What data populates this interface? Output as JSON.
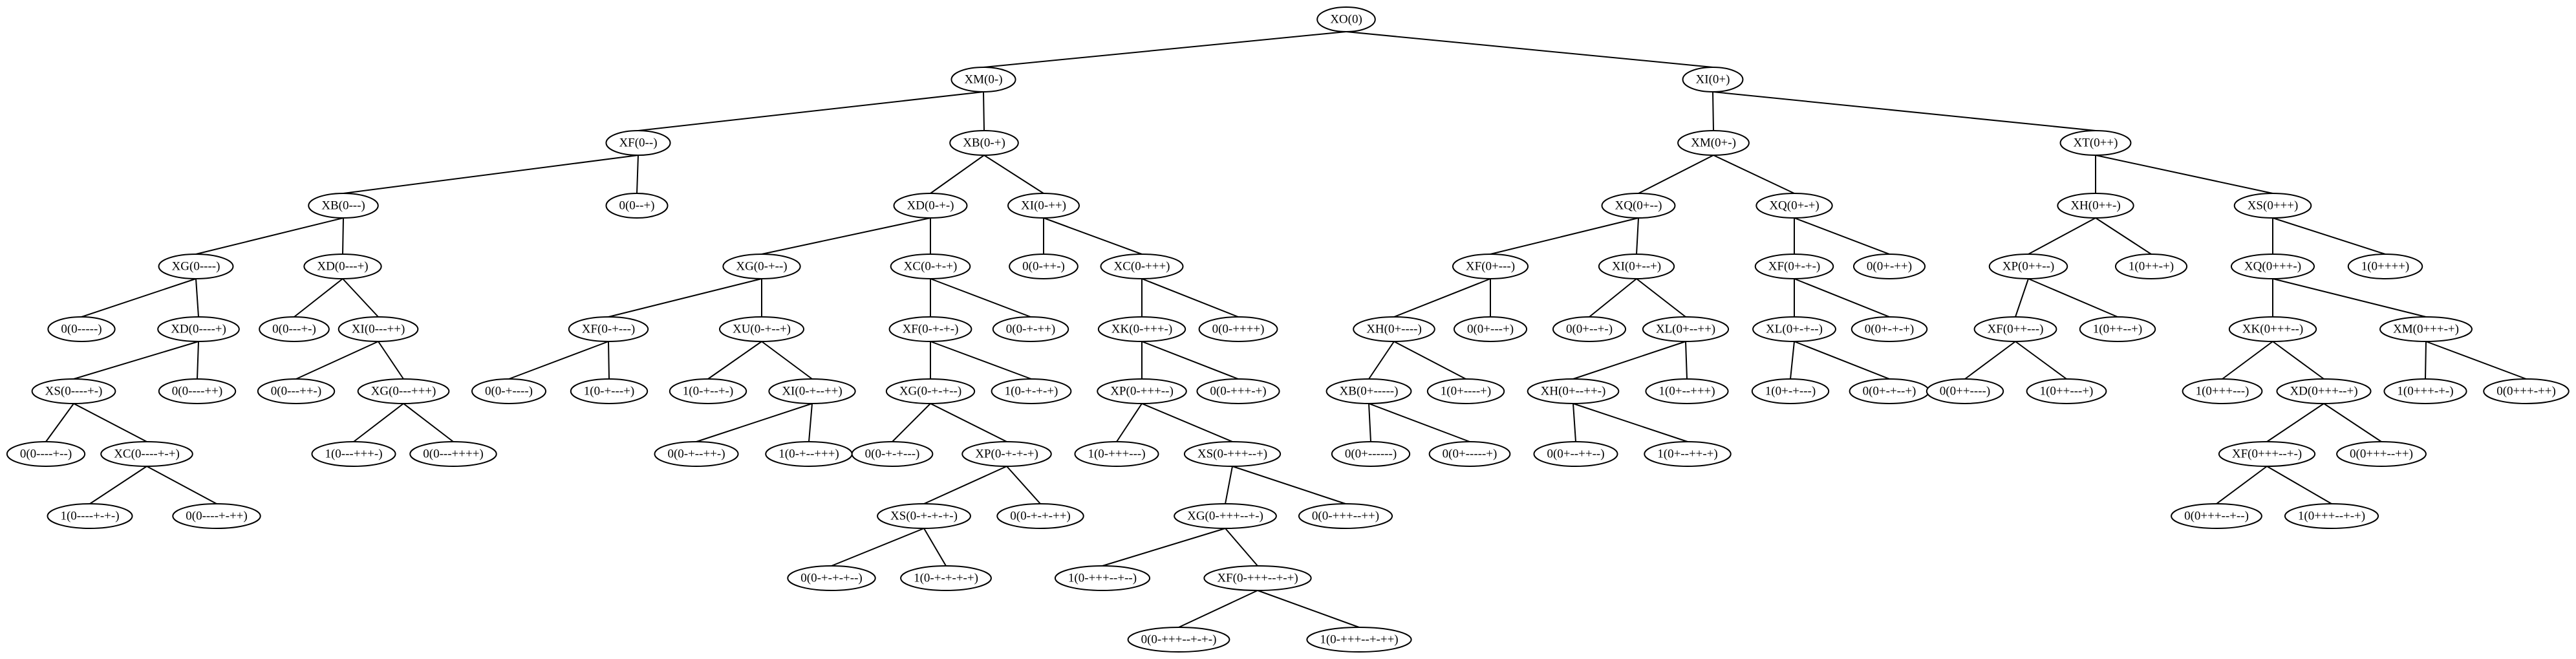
{
  "diagram": {
    "type": "tree",
    "colors": {
      "stroke": "#000000",
      "fill": "#ffffff",
      "text": "#000000"
    },
    "nodes": [
      {
        "id": "n1",
        "label": "XO(0)"
      },
      {
        "id": "n2",
        "label": "XM(0-)"
      },
      {
        "id": "n3",
        "label": "XI(0+)"
      },
      {
        "id": "n4",
        "label": "XF(0--)"
      },
      {
        "id": "n5",
        "label": "XB(0-+)"
      },
      {
        "id": "n6",
        "label": "XM(0+-)"
      },
      {
        "id": "n7",
        "label": "XT(0++)"
      },
      {
        "id": "n8",
        "label": "XB(0---)"
      },
      {
        "id": "n9",
        "label": "0(0--+)"
      },
      {
        "id": "n10",
        "label": "XD(0-+-)"
      },
      {
        "id": "n11",
        "label": "XI(0-++)"
      },
      {
        "id": "n12",
        "label": "XQ(0+--)"
      },
      {
        "id": "n13",
        "label": "XQ(0+-+)"
      },
      {
        "id": "n14",
        "label": "XH(0++-)"
      },
      {
        "id": "n15",
        "label": "XS(0+++)"
      },
      {
        "id": "n16",
        "label": "XG(0----)"
      },
      {
        "id": "n17",
        "label": "XD(0---+)"
      },
      {
        "id": "n18",
        "label": "XG(0-+--)"
      },
      {
        "id": "n19",
        "label": "XC(0-+-+)"
      },
      {
        "id": "n20",
        "label": "0(0-++-)"
      },
      {
        "id": "n21",
        "label": "XC(0-+++)"
      },
      {
        "id": "n22",
        "label": "XF(0+---)"
      },
      {
        "id": "n23",
        "label": "XI(0+--+)"
      },
      {
        "id": "n24",
        "label": "XF(0+-+-)"
      },
      {
        "id": "n25",
        "label": "0(0+-++)"
      },
      {
        "id": "n26",
        "label": "XP(0++--)"
      },
      {
        "id": "n27",
        "label": "1(0++-+)"
      },
      {
        "id": "n28",
        "label": "XQ(0+++-)"
      },
      {
        "id": "n29",
        "label": "1(0++++)"
      },
      {
        "id": "n30",
        "label": "0(0-----)"
      },
      {
        "id": "n31",
        "label": "XD(0----+)"
      },
      {
        "id": "n32",
        "label": "0(0---+-)"
      },
      {
        "id": "n33",
        "label": "XI(0---++)"
      },
      {
        "id": "n34",
        "label": "XF(0-+---)"
      },
      {
        "id": "n35",
        "label": "XU(0-+--+)"
      },
      {
        "id": "n36",
        "label": "XF(0-+-+-)"
      },
      {
        "id": "n37",
        "label": "0(0-+-++)"
      },
      {
        "id": "n38",
        "label": "XK(0-+++-)"
      },
      {
        "id": "n39",
        "label": "0(0-++++)"
      },
      {
        "id": "n40",
        "label": "XH(0+----)"
      },
      {
        "id": "n41",
        "label": "0(0+---+)"
      },
      {
        "id": "n42",
        "label": "0(0+--+-)"
      },
      {
        "id": "n43",
        "label": "XL(0+--++)"
      },
      {
        "id": "n44",
        "label": "XL(0+-+--)"
      },
      {
        "id": "n45",
        "label": "0(0+-+-+)"
      },
      {
        "id": "n46",
        "label": "XF(0++---)"
      },
      {
        "id": "n47",
        "label": "1(0++--+)"
      },
      {
        "id": "n48",
        "label": "XK(0+++--)"
      },
      {
        "id": "n49",
        "label": "XM(0+++-+)"
      },
      {
        "id": "n50",
        "label": "XS(0----+-)"
      },
      {
        "id": "n51",
        "label": "0(0----++)"
      },
      {
        "id": "n52",
        "label": "0(0---++-)"
      },
      {
        "id": "n53",
        "label": "XG(0---+++)"
      },
      {
        "id": "n54",
        "label": "0(0-+----)"
      },
      {
        "id": "n55",
        "label": "1(0-+---+)"
      },
      {
        "id": "n56",
        "label": "1(0-+--+-)"
      },
      {
        "id": "n57",
        "label": "XI(0-+--++)"
      },
      {
        "id": "n58",
        "label": "XG(0-+-+--)"
      },
      {
        "id": "n59",
        "label": "1(0-+-+-+)"
      },
      {
        "id": "n60",
        "label": "XP(0-+++--)"
      },
      {
        "id": "n61",
        "label": "0(0-+++-+)"
      },
      {
        "id": "n62",
        "label": "XB(0+-----)"
      },
      {
        "id": "n63",
        "label": "1(0+----+)"
      },
      {
        "id": "n64",
        "label": "XH(0+--++-)"
      },
      {
        "id": "n65",
        "label": "1(0+--+++)"
      },
      {
        "id": "n66",
        "label": "1(0+-+---)"
      },
      {
        "id": "n67",
        "label": "0(0+-+--+)"
      },
      {
        "id": "n68",
        "label": "0(0++----)"
      },
      {
        "id": "n69",
        "label": "1(0++---+)"
      },
      {
        "id": "n70",
        "label": "1(0+++---)"
      },
      {
        "id": "n71",
        "label": "XD(0+++--+)"
      },
      {
        "id": "n72",
        "label": "1(0+++-+-)"
      },
      {
        "id": "n73",
        "label": "0(0+++-++)"
      },
      {
        "id": "n74",
        "label": "0(0----+--)"
      },
      {
        "id": "n75",
        "label": "XC(0----+-+)"
      },
      {
        "id": "n76",
        "label": "1(0---+++-)"
      },
      {
        "id": "n77",
        "label": "0(0---++++)"
      },
      {
        "id": "n78",
        "label": "0(0-+--++-)"
      },
      {
        "id": "n79",
        "label": "1(0-+--+++)"
      },
      {
        "id": "n80",
        "label": "0(0-+-+---)"
      },
      {
        "id": "n81",
        "label": "XP(0-+-+-+)"
      },
      {
        "id": "n82",
        "label": "1(0-+++---)"
      },
      {
        "id": "n83",
        "label": "XS(0-+++--+)"
      },
      {
        "id": "n84",
        "label": "0(0+------)"
      },
      {
        "id": "n85",
        "label": "0(0+-----+)"
      },
      {
        "id": "n86",
        "label": "0(0+--++--)"
      },
      {
        "id": "n87",
        "label": "1(0+--++-+)"
      },
      {
        "id": "n88",
        "label": "XF(0+++--+-)"
      },
      {
        "id": "n89",
        "label": "0(0+++--++)"
      },
      {
        "id": "n90",
        "label": "1(0----+-+-)"
      },
      {
        "id": "n91",
        "label": "0(0----+-++)"
      },
      {
        "id": "n92",
        "label": "XS(0-+-+-+-)"
      },
      {
        "id": "n93",
        "label": "0(0-+-+-++)"
      },
      {
        "id": "n94",
        "label": "XG(0-+++--+-)"
      },
      {
        "id": "n95",
        "label": "0(0-+++--++)"
      },
      {
        "id": "n96",
        "label": "0(0+++--+--)"
      },
      {
        "id": "n97",
        "label": "1(0+++--+-+)"
      },
      {
        "id": "n98",
        "label": "0(0-+-+-+--)"
      },
      {
        "id": "n99",
        "label": "1(0-+-+-+-+)"
      },
      {
        "id": "n100",
        "label": "1(0-+++--+--)"
      },
      {
        "id": "n101",
        "label": "XF(0-+++--+-+)"
      },
      {
        "id": "n102",
        "label": "0(0-+++--+-+-)"
      },
      {
        "id": "n103",
        "label": "1(0-+++--+-++)"
      }
    ],
    "edges": [
      [
        "n1",
        "n2"
      ],
      [
        "n1",
        "n3"
      ],
      [
        "n2",
        "n4"
      ],
      [
        "n2",
        "n5"
      ],
      [
        "n3",
        "n6"
      ],
      [
        "n3",
        "n7"
      ],
      [
        "n4",
        "n8"
      ],
      [
        "n4",
        "n9"
      ],
      [
        "n5",
        "n10"
      ],
      [
        "n5",
        "n11"
      ],
      [
        "n6",
        "n12"
      ],
      [
        "n6",
        "n13"
      ],
      [
        "n7",
        "n14"
      ],
      [
        "n7",
        "n15"
      ],
      [
        "n8",
        "n16"
      ],
      [
        "n8",
        "n17"
      ],
      [
        "n10",
        "n18"
      ],
      [
        "n10",
        "n19"
      ],
      [
        "n11",
        "n20"
      ],
      [
        "n11",
        "n21"
      ],
      [
        "n12",
        "n22"
      ],
      [
        "n12",
        "n23"
      ],
      [
        "n13",
        "n24"
      ],
      [
        "n13",
        "n25"
      ],
      [
        "n14",
        "n26"
      ],
      [
        "n14",
        "n27"
      ],
      [
        "n15",
        "n28"
      ],
      [
        "n15",
        "n29"
      ],
      [
        "n16",
        "n30"
      ],
      [
        "n16",
        "n31"
      ],
      [
        "n17",
        "n32"
      ],
      [
        "n17",
        "n33"
      ],
      [
        "n18",
        "n34"
      ],
      [
        "n18",
        "n35"
      ],
      [
        "n19",
        "n36"
      ],
      [
        "n19",
        "n37"
      ],
      [
        "n21",
        "n38"
      ],
      [
        "n21",
        "n39"
      ],
      [
        "n22",
        "n40"
      ],
      [
        "n22",
        "n41"
      ],
      [
        "n23",
        "n42"
      ],
      [
        "n23",
        "n43"
      ],
      [
        "n24",
        "n44"
      ],
      [
        "n24",
        "n45"
      ],
      [
        "n26",
        "n46"
      ],
      [
        "n26",
        "n47"
      ],
      [
        "n28",
        "n48"
      ],
      [
        "n28",
        "n49"
      ],
      [
        "n31",
        "n50"
      ],
      [
        "n31",
        "n51"
      ],
      [
        "n33",
        "n52"
      ],
      [
        "n33",
        "n53"
      ],
      [
        "n34",
        "n54"
      ],
      [
        "n34",
        "n55"
      ],
      [
        "n35",
        "n56"
      ],
      [
        "n35",
        "n57"
      ],
      [
        "n36",
        "n58"
      ],
      [
        "n36",
        "n59"
      ],
      [
        "n38",
        "n60"
      ],
      [
        "n38",
        "n61"
      ],
      [
        "n40",
        "n62"
      ],
      [
        "n40",
        "n63"
      ],
      [
        "n43",
        "n64"
      ],
      [
        "n43",
        "n65"
      ],
      [
        "n44",
        "n66"
      ],
      [
        "n44",
        "n67"
      ],
      [
        "n46",
        "n68"
      ],
      [
        "n46",
        "n69"
      ],
      [
        "n48",
        "n70"
      ],
      [
        "n48",
        "n71"
      ],
      [
        "n49",
        "n72"
      ],
      [
        "n49",
        "n73"
      ],
      [
        "n50",
        "n74"
      ],
      [
        "n50",
        "n75"
      ],
      [
        "n53",
        "n76"
      ],
      [
        "n53",
        "n77"
      ],
      [
        "n57",
        "n78"
      ],
      [
        "n57",
        "n79"
      ],
      [
        "n58",
        "n80"
      ],
      [
        "n58",
        "n81"
      ],
      [
        "n60",
        "n82"
      ],
      [
        "n60",
        "n83"
      ],
      [
        "n62",
        "n84"
      ],
      [
        "n62",
        "n85"
      ],
      [
        "n64",
        "n86"
      ],
      [
        "n64",
        "n87"
      ],
      [
        "n71",
        "n88"
      ],
      [
        "n71",
        "n89"
      ],
      [
        "n75",
        "n90"
      ],
      [
        "n75",
        "n91"
      ],
      [
        "n81",
        "n92"
      ],
      [
        "n81",
        "n93"
      ],
      [
        "n83",
        "n94"
      ],
      [
        "n83",
        "n95"
      ],
      [
        "n88",
        "n96"
      ],
      [
        "n88",
        "n97"
      ],
      [
        "n92",
        "n98"
      ],
      [
        "n92",
        "n99"
      ],
      [
        "n94",
        "n100"
      ],
      [
        "n94",
        "n101"
      ],
      [
        "n101",
        "n102"
      ],
      [
        "n101",
        "n103"
      ]
    ]
  }
}
